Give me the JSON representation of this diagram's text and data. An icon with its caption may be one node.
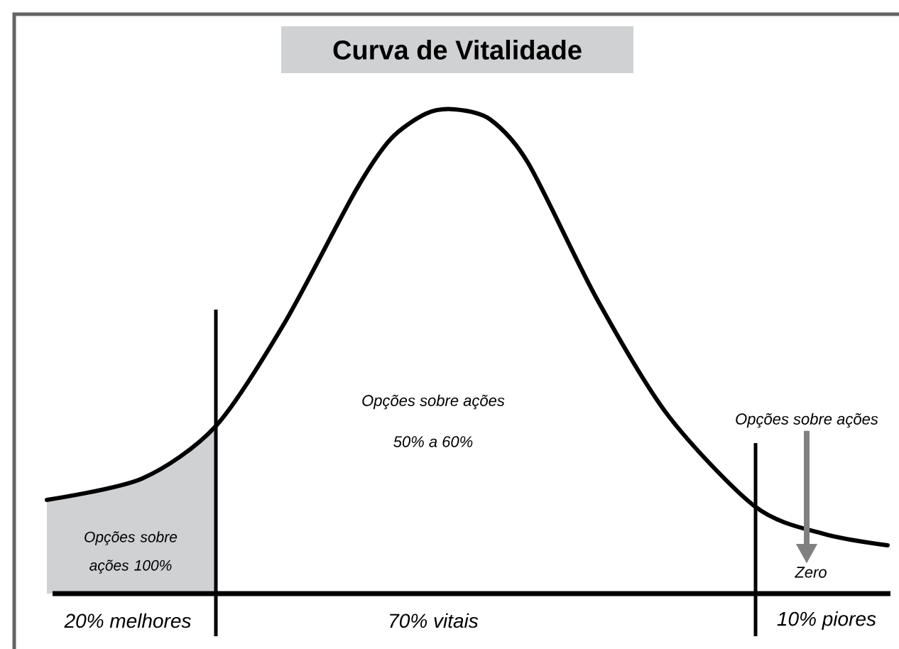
{
  "diagram": {
    "title": "Curva de Vitalidade",
    "nodes": [
      {
        "text": [
          "Opções sobre ações 100%"
        ]
      },
      {
        "text": [
          "Opções sobre ações"
        ]
      },
      {
        "text": [
          "Zero"
        ]
      }
    ],
    "edges": [
      {
        "from": 1,
        "to": 2,
        "arrow": "to",
        "color": "#808080"
      }
    ],
    "labels": [
      "Opções sobre ações",
      "50% a 60%",
      "20% melhores",
      "70% vitais",
      "10% piores"
    ]
  }
}
